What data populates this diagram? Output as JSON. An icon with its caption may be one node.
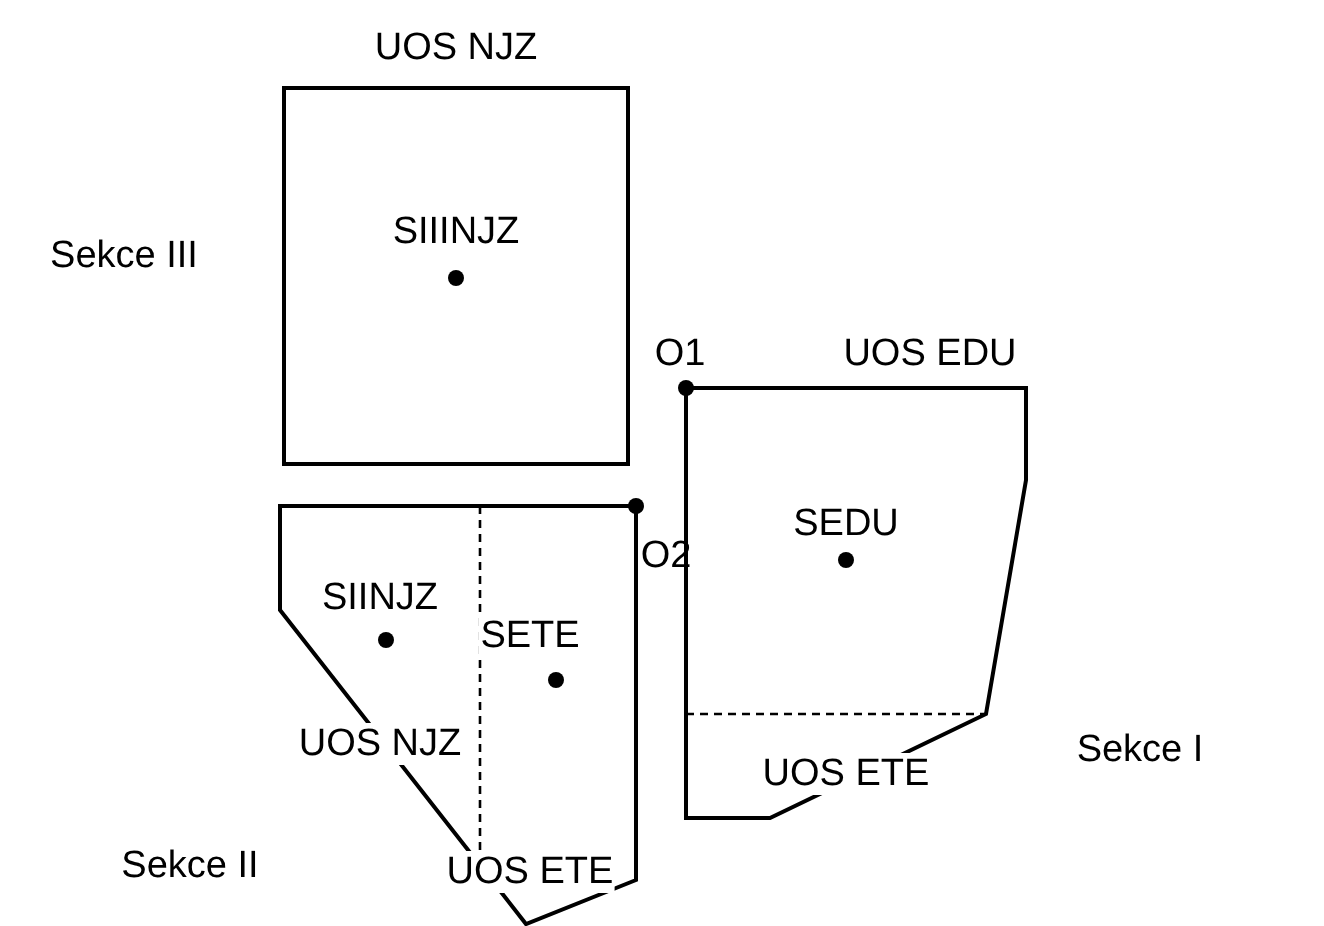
{
  "diagram": {
    "nodes": [
      {
        "text": [
          "UOS NJZ",
          "SIIINJZ"
        ]
      },
      {
        "text": [
          "UOS EDU",
          "SEDU",
          "UOS ETE"
        ]
      },
      {
        "text": [
          "SIINJZ",
          "SETE",
          "UOS NJZ",
          "UOS ETE"
        ]
      }
    ],
    "labels": [
      "Sekce III",
      "O1",
      "O2",
      "Sekce I",
      "Sekce II"
    ]
  }
}
